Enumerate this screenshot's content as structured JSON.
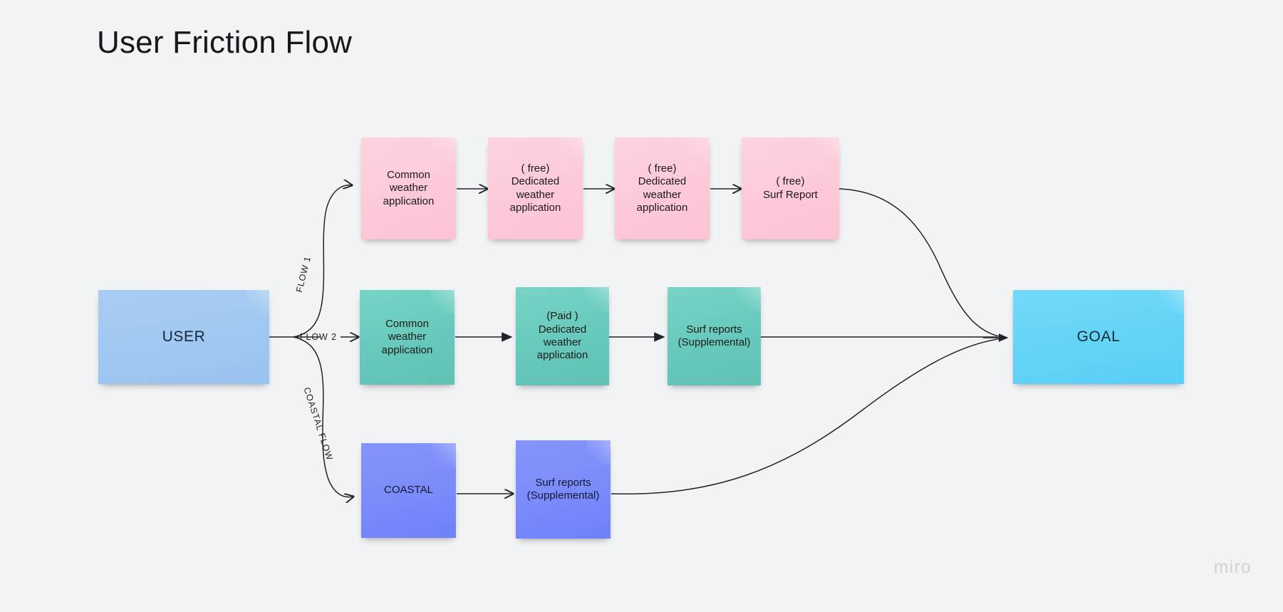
{
  "page": {
    "title": "User Friction Flow",
    "watermark": "miro",
    "background_color": "#f2f3f5"
  },
  "colors": {
    "pink": "#fdc9d8",
    "green": "#67c9bb",
    "indigo": "#7a8bfa",
    "light_blue": "#9fc7f0",
    "cyan": "#62d3f6",
    "connector": "#20232a"
  },
  "endpoints": {
    "start": {
      "label": "USER",
      "color": "#9fc7f0"
    },
    "goal": {
      "label": "GOAL",
      "color": "#62d3f6"
    }
  },
  "branch_labels": [
    {
      "name": "flow-1",
      "text": "FLOW 1"
    },
    {
      "name": "flow-2",
      "text": "FLOW 2"
    },
    {
      "name": "coastal-flow",
      "text": "COASTAL FLOW"
    }
  ],
  "flows": [
    {
      "id": "flow-1",
      "label": "FLOW 1",
      "color": "#fdc9d8",
      "steps": [
        {
          "text": "Common weather\napplication"
        },
        {
          "text": "( free)\nDedicated\nweather\napplication"
        },
        {
          "text": "( free)\nDedicated\nweather\napplication"
        },
        {
          "text": "( free)\nSurf Report"
        }
      ]
    },
    {
      "id": "flow-2",
      "label": "FLOW 2",
      "color": "#67c9bb",
      "steps": [
        {
          "text": "Common weather\napplication"
        },
        {
          "text": "(Paid )\nDedicated\nweather\napplication"
        },
        {
          "text": "Surf reports\n(Supplemental)"
        }
      ]
    },
    {
      "id": "coastal-flow",
      "label": "COASTAL FLOW",
      "color": "#7a8bfa",
      "steps": [
        {
          "text": "COASTAL"
        },
        {
          "text": "Surf reports\n(Supplemental)"
        }
      ]
    }
  ]
}
